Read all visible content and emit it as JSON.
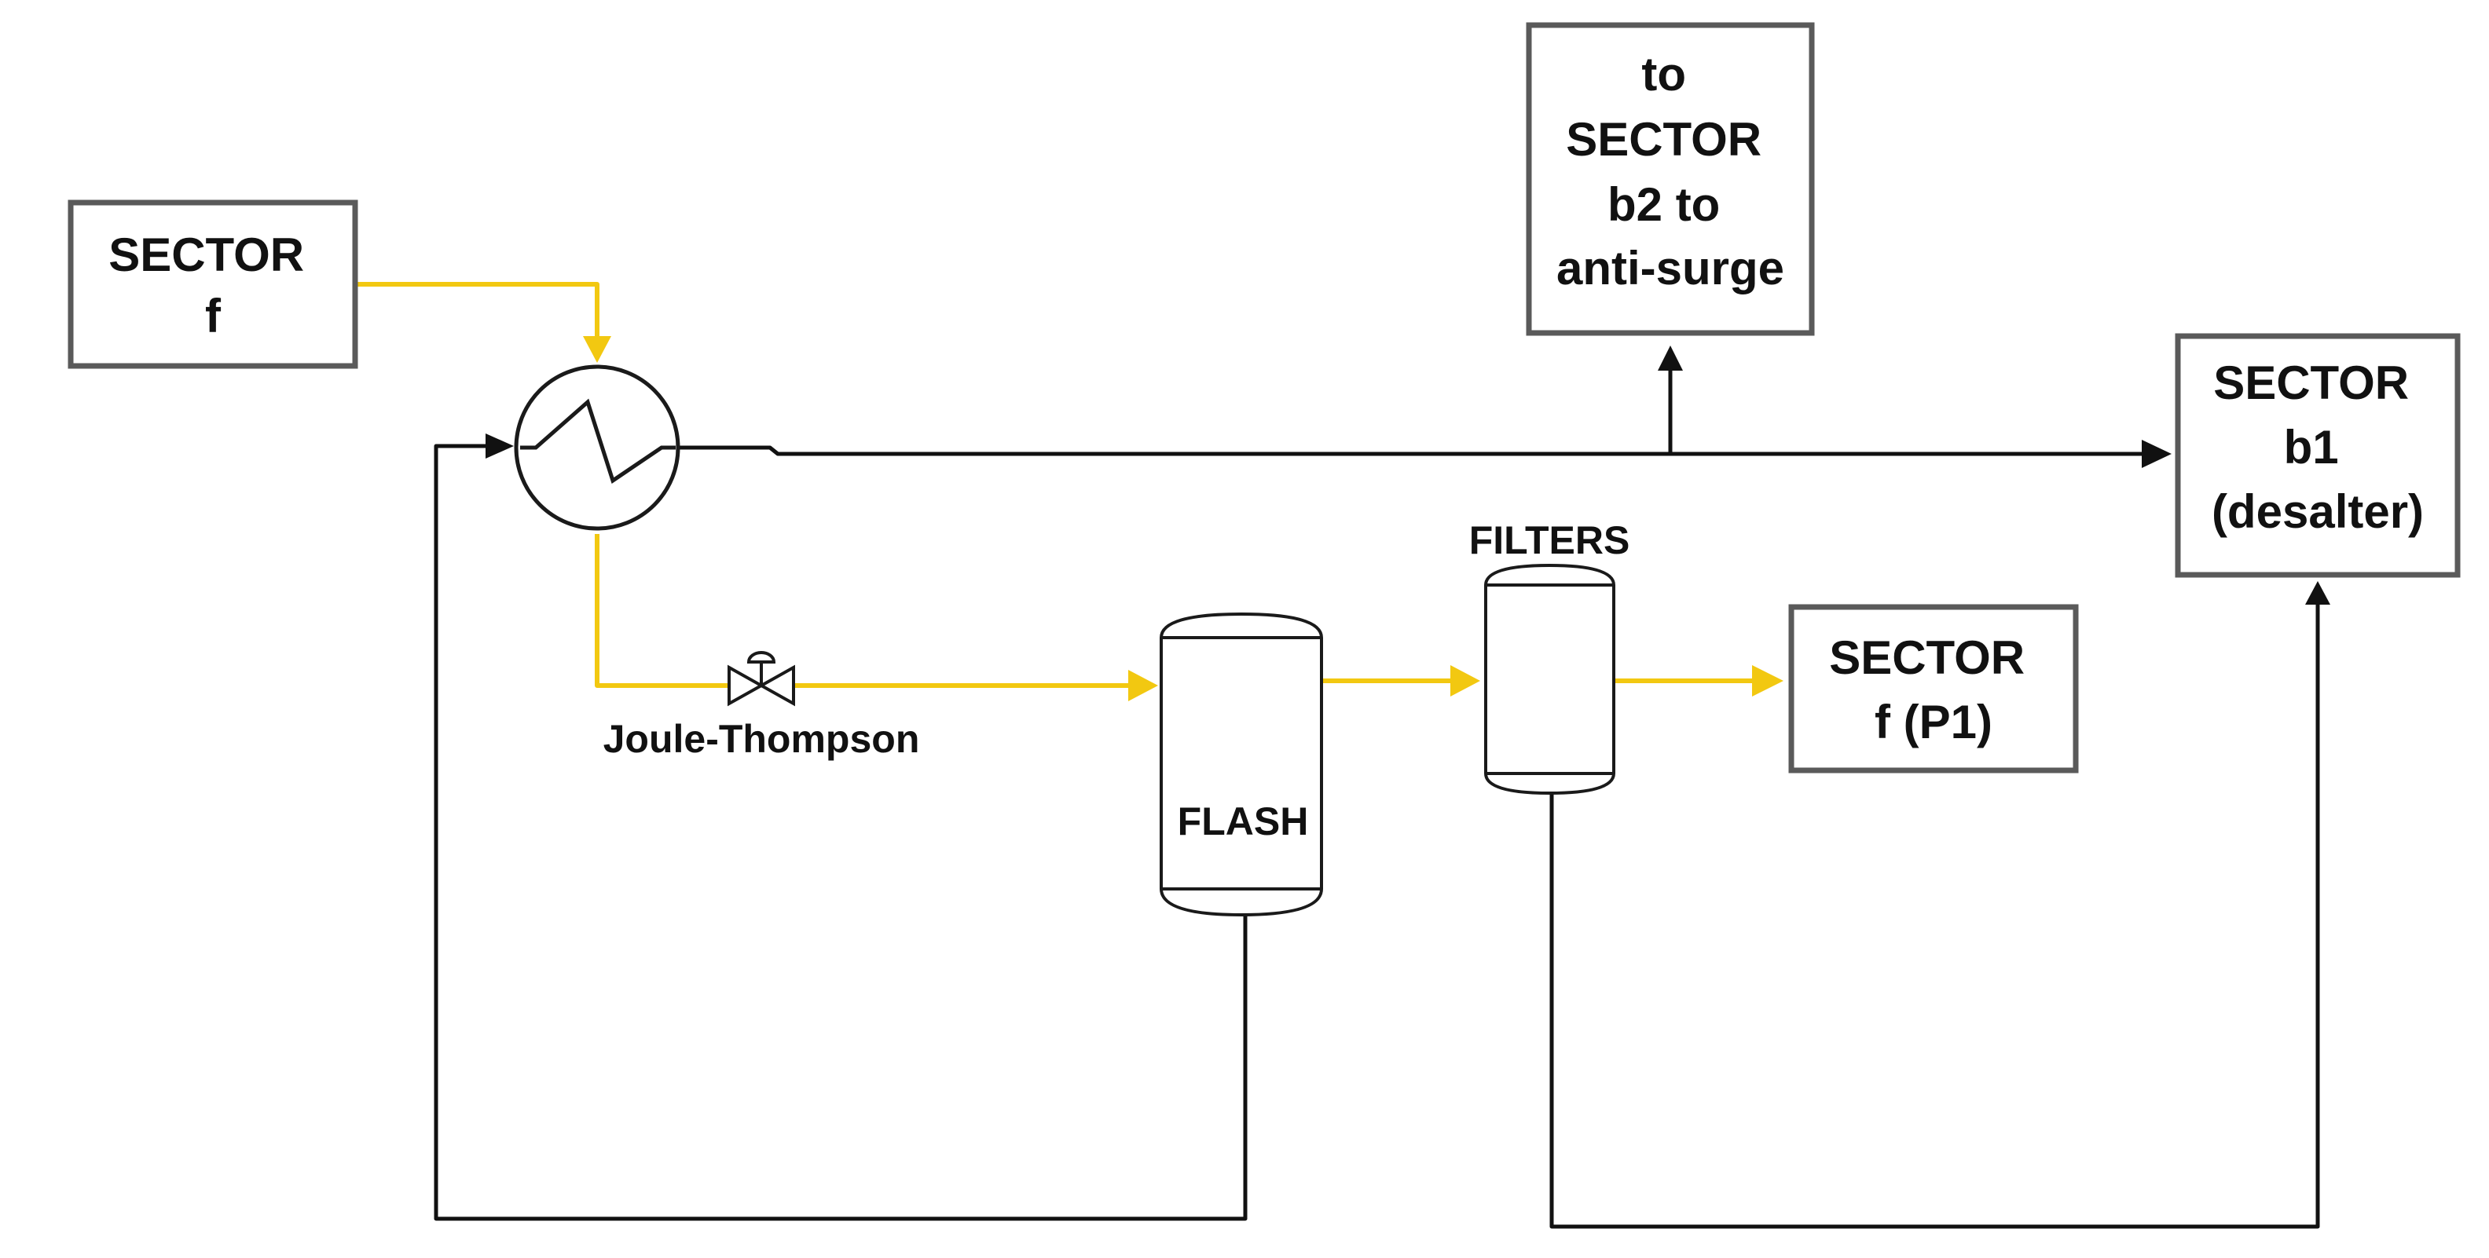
{
  "colors": {
    "hot_stream": "#F2C811",
    "cold_stream": "#111111",
    "box_border": "#5a5a5a"
  },
  "boxes": {
    "sector_f_in": {
      "lines": [
        "SECTOR",
        "f"
      ]
    },
    "to_sector_b2": {
      "lines": [
        "to",
        "SECTOR",
        "b2 to",
        "anti-surge"
      ]
    },
    "sector_b1": {
      "lines": [
        "SECTOR",
        "b1",
        "(desalter)"
      ]
    },
    "sector_f_p1": {
      "lines": [
        "SECTOR",
        "f (P1)"
      ]
    }
  },
  "equipment": {
    "heat_exchanger_icon": "heat-exchanger-icon",
    "valve_icon": "valve-icon",
    "valve_label": "Joule-Thompson",
    "flash_label": "FLASH",
    "filters_label": "FILTERS"
  }
}
